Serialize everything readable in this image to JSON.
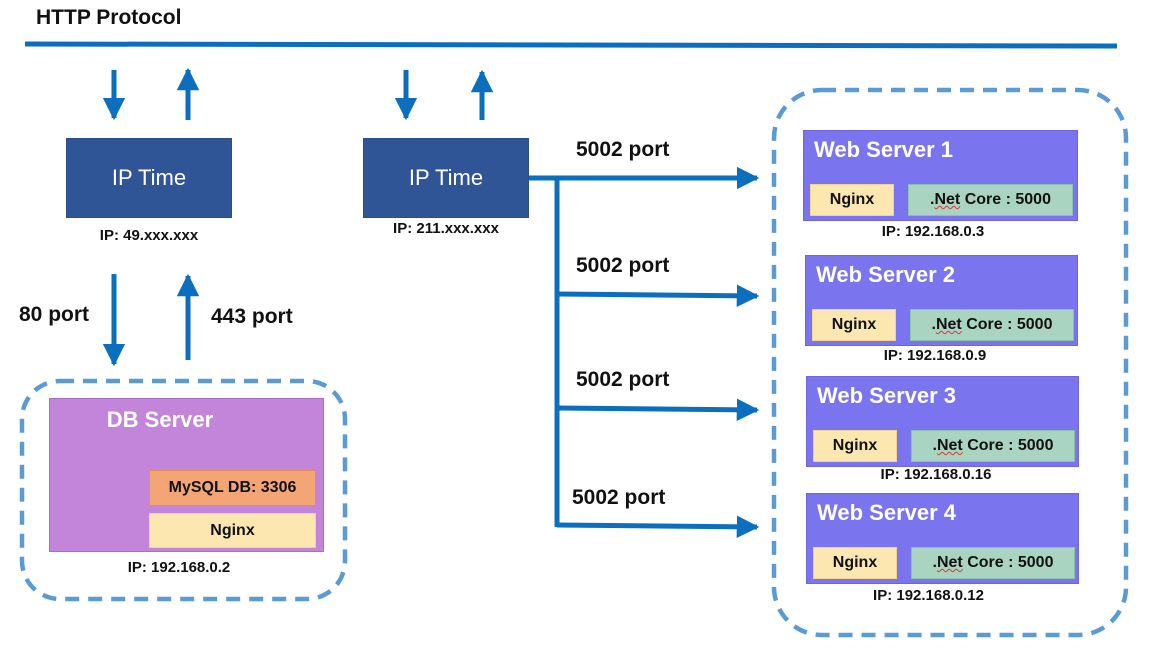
{
  "header": {
    "title": "HTTP Protocol"
  },
  "routers": [
    {
      "label": "IP Time",
      "ip": "IP: 49.xxx.xxx"
    },
    {
      "label": "IP Time",
      "ip": "IP: 211.xxx.xxx"
    }
  ],
  "ports": {
    "http": "80 port",
    "https": "443 port",
    "app": "5002 port"
  },
  "db_server": {
    "title": "DB Server",
    "mysql": "MySQL DB: 3306",
    "nginx": "Nginx",
    "ip": "IP: 192.168.0.2"
  },
  "web_servers": [
    {
      "title": "Web Server 1",
      "nginx": "Nginx",
      "net_prefix": ".",
      "net_word": "Net",
      "net_rest": " Core : 5000",
      "ip": "IP: 192.168.0.3"
    },
    {
      "title": "Web Server 2",
      "nginx": "Nginx",
      "net_prefix": ".",
      "net_word": "Net",
      "net_rest": " Core : 5000",
      "ip": "IP: 192.168.0.9"
    },
    {
      "title": "Web Server 3",
      "nginx": "Nginx",
      "net_prefix": ".",
      "net_word": "Net",
      "net_rest": " Core : 5000",
      "ip": "IP: 192.168.0.16"
    },
    {
      "title": "Web Server 4",
      "nginx": "Nginx",
      "net_prefix": ".",
      "net_word": "Net",
      "net_rest": " Core : 5000",
      "ip": "IP: 192.168.0.12"
    }
  ],
  "colors": {
    "line": "#0b6fbd",
    "dashed_border": "#5b9bd5",
    "router": "#2f5597",
    "db_server": "#c285d9",
    "web_server": "#7b74ef",
    "nginx": "#fce7b0",
    "mysql": "#f3a574",
    "net_core": "#a9d4c2"
  }
}
